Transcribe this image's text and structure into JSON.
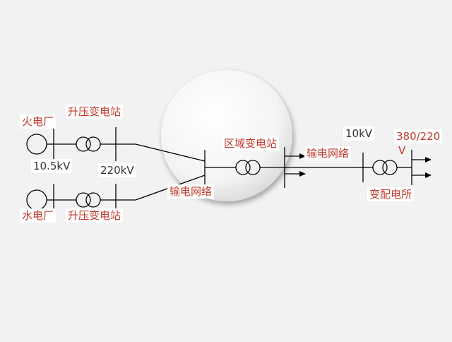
{
  "labels": {
    "thermal_plant": "火电厂",
    "hydro_plant": "水电厂",
    "step_up_top": "升压变电站",
    "step_up_bottom": "升压变电站",
    "v_10_5kv": "10.5kV",
    "v_220kv": "220kV",
    "transmission_left": "输电网络",
    "regional_substation": "区域变电站",
    "transmission_right": "输电网络",
    "v_10kv": "10kV",
    "v_380_220_line1": "380/220",
    "v_380_220_line2": "V",
    "distribution_substation": "变配电所"
  },
  "colors": {
    "label_text": "#c0392b",
    "voltage_text": "#333333",
    "line": "#000000",
    "background": "#f2f2f2"
  }
}
